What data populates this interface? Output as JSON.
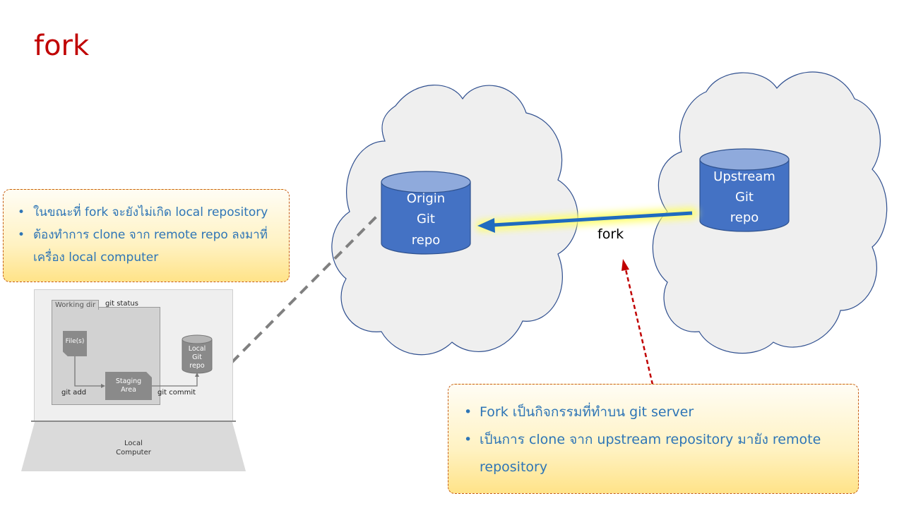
{
  "slide": {
    "title": "fork"
  },
  "left_note": {
    "bullets": [
      "ในขณะที่ fork จะยังไม่เกิด local repository",
      "ต้องทำการ clone จาก remote repo ลงมาที่เครื่อง local computer"
    ]
  },
  "right_note": {
    "bullets": [
      "Fork เป็นกิจกรรมที่ทำบน git server",
      "เป็นการ clone จาก upstream repository มายัง remote repository"
    ]
  },
  "origin_repo": {
    "lines": [
      "Origin",
      "Git",
      "repo"
    ]
  },
  "upstream_repo": {
    "lines": [
      "Upstream",
      "Git",
      "repo"
    ]
  },
  "arrow_label": "fork",
  "local_computer": {
    "working_dir": "Working dir",
    "git_status": "git status",
    "files": "File(s)",
    "staging_lines": [
      "Staging",
      "Area"
    ],
    "git_add": "git add",
    "git_commit": "git commit",
    "repo_lines": [
      "Local",
      "Git",
      "repo"
    ],
    "computer_lines": [
      "Local",
      "Computer"
    ]
  },
  "colors": {
    "title": "#c00000",
    "note_text": "#2e75b6",
    "repo_fill": "#4472c4",
    "arrow": "#1f6bbf",
    "dashed_red": "#c00000",
    "cloud_fill": "#efefef",
    "cloud_stroke": "#2f4f8f"
  }
}
